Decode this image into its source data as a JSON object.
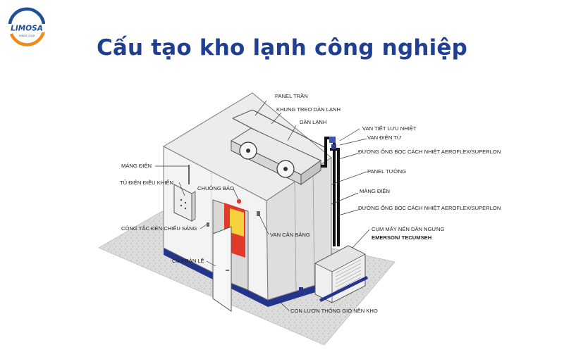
{
  "logo": {
    "name": "LIMOSA",
    "tagline": "SINCE 2016",
    "colors": {
      "ring_blue": "#1f4e9a",
      "ring_orange": "#f08a1c"
    }
  },
  "title": "Cấu tạo kho lạnh công nghiệp",
  "colors": {
    "title": "#1f3f91",
    "panel_face": "#f2f2f2",
    "panel_side": "#dedede",
    "floor": "#d9d9d9",
    "base": "#24348a",
    "door_window": "#e23a2a",
    "door_glow": "#f7d23a"
  },
  "labels": {
    "panel_tran": "PANEL TRẦN",
    "khung_treo": "KHUNG TREO DÀN LẠNH",
    "dan_lanh": "DÀN LẠNH",
    "van_tiet_luu": "VAN TIẾT LƯU NHIỆT",
    "van_dien_tu": "VAN ĐIỆN TỪ",
    "duong_ong_1": "ĐƯỜNG ỐNG BỌC CÁCH NHIỆT AEROFLEX/SUPERLON",
    "panel_tuong": "PANEL TƯỜNG",
    "mang_dien_right": "MÁNG ĐIỆN",
    "duong_ong_2": "ĐƯỜNG ỐNG BỌC CÁCH NHIỆT AEROFLEX/SUPERLON",
    "cum_may_1": "CỤM MÁY NÉN DÀN NGƯNG",
    "cum_may_2": "EMERSON/ TECUMSEH",
    "mang_dien_left": "MÁNG ĐIỆN",
    "tu_dien": "TỦ ĐIỆN ĐIỀU KHIỂN",
    "chuong_bao": "CHUÔNG BÁO",
    "cong_tac": "CÔNG TẮC ĐÈN CHIẾU SÁNG",
    "van_can_bang": "VAN CÂN BẰNG",
    "cua_ban_le": "CỬA BẢN LỀ",
    "con_luon": "CON LƯƠN THÔNG GIÓ NỀN KHO"
  }
}
